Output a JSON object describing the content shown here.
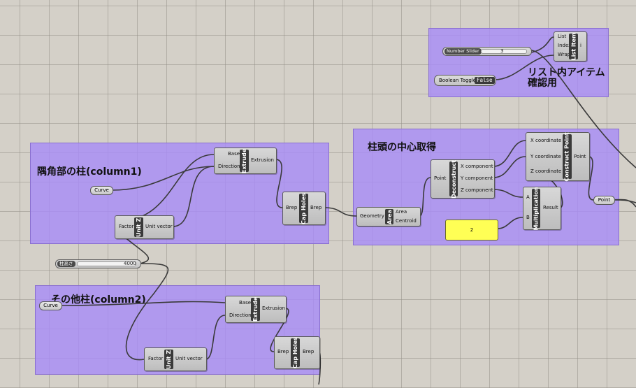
{
  "groups": {
    "corner": "隅角部の柱(column1)",
    "other": "その他柱(column2)",
    "center": "柱頭の中心取得"
  },
  "note": {
    "line1": "リスト内アイテム",
    "line2": "確認用"
  },
  "components": {
    "extrude1": {
      "name": "Extrude",
      "in1": "Base",
      "in2": "Direction",
      "out1": "Extrusion"
    },
    "extrude2": {
      "name": "Extrude",
      "in1": "Base",
      "in2": "Direction",
      "out1": "Extrusion"
    },
    "caph1": {
      "name": "Cap Holes",
      "in1": "Brep",
      "out1": "Brep"
    },
    "caph2": {
      "name": "Cap Holes",
      "in1": "Brep",
      "out1": "Brep"
    },
    "unitz1": {
      "name": "Unit Z",
      "in1": "Factor",
      "out1": "Unit vector"
    },
    "unitz2": {
      "name": "Unit Z",
      "in1": "Factor",
      "out1": "Unit vector"
    },
    "area": {
      "name": "Area",
      "in1": "Geometry",
      "out1": "Area",
      "out2": "Centroid"
    },
    "decon": {
      "name": "Deconstruct",
      "in1": "Point",
      "out1": "X component",
      "out2": "Y component",
      "out3": "Z component"
    },
    "cpt": {
      "name": "Construct Point",
      "in1": "X coordinate",
      "in2": "Y coordinate",
      "in3": "Z coordinate",
      "out1": "Point"
    },
    "mult": {
      "name": "Multiplication",
      "in1": "A",
      "in2": "B",
      "out1": "Result"
    },
    "listitem": {
      "name": "List Item",
      "in1": "List",
      "in2": "Index",
      "in3": "Wrap",
      "out1": "i"
    }
  },
  "params": {
    "curve1": "Curve",
    "curve2": "Curve",
    "point": "Point"
  },
  "sliders": {
    "height": {
      "label": "柱高さ",
      "value": "4000"
    },
    "number": {
      "label": "Number Slider",
      "value": "3"
    }
  },
  "toggle": {
    "label": "Boolean Toggle",
    "value": "False"
  },
  "panel": {
    "value": "2"
  },
  "colors": {
    "group": "#a88cf6",
    "canvas": "#d4d0c8",
    "panel": "#ffff55",
    "wire": "#3a3a3a"
  }
}
